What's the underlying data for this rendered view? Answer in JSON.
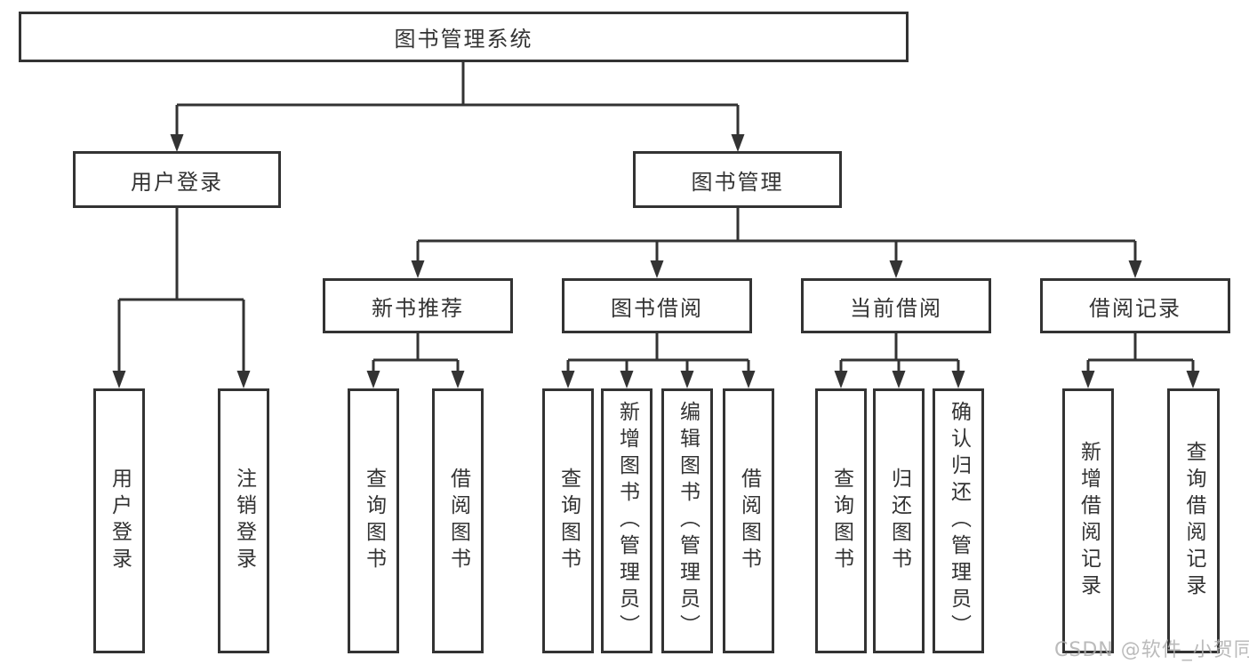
{
  "colors": {
    "line": "#333333",
    "border": "#333333",
    "text": "#333333",
    "background": "#ffffff",
    "watermark": "#afafaf"
  },
  "watermark": {
    "text": "CSDN @软件_小贺同学"
  },
  "tree": {
    "root": {
      "label": "图书管理系统"
    },
    "branches": [
      {
        "label": "用户登录",
        "children": [
          {
            "label": "用户登录"
          },
          {
            "label": "注销登录"
          }
        ]
      },
      {
        "label": "图书管理",
        "children": [
          {
            "label": "新书推荐",
            "children": [
              {
                "label": "查询图书"
              },
              {
                "label": "借阅图书"
              }
            ]
          },
          {
            "label": "图书借阅",
            "children": [
              {
                "label": "查询图书"
              },
              {
                "label": "新增图书（管理员）"
              },
              {
                "label": "编辑图书（管理员）"
              },
              {
                "label": "借阅图书"
              }
            ]
          },
          {
            "label": "当前借阅",
            "children": [
              {
                "label": "查询图书"
              },
              {
                "label": "归还图书"
              },
              {
                "label": "确认归还（管理员）"
              }
            ]
          },
          {
            "label": "借阅记录",
            "children": [
              {
                "label": "新增借阅记录"
              },
              {
                "label": "查询借阅记录"
              }
            ]
          }
        ]
      }
    ]
  }
}
